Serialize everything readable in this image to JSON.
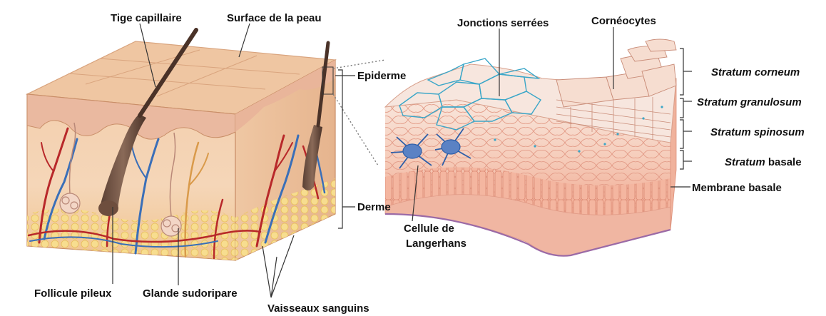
{
  "figure": {
    "left_labels": {
      "hair_shaft": "Tige capillaire",
      "skin_surface": "Surface de la peau",
      "epidermis": "Epiderme",
      "dermis": "Derme",
      "hair_follicle": "Follicule pileux",
      "sweat_gland": "Glande sudoripare",
      "blood_vessels": "Vaisseaux sanguins"
    },
    "right_labels": {
      "tight_junctions": "Jonctions serrées",
      "corneocytes": "Cornéocytes",
      "langerhans_line1": "Cellule de",
      "langerhans_line2": "Langerhans",
      "basement_membrane": "Membrane basale"
    },
    "strata": [
      {
        "italic": "Stratum corneum",
        "plain": ""
      },
      {
        "italic": "Stratum granulosum",
        "plain": ""
      },
      {
        "italic": "Stratum spinosum",
        "plain": ""
      },
      {
        "italic": "Stratum",
        "plain": " basale"
      }
    ]
  },
  "colors": {
    "skin_top": "#f0c8a4",
    "skin_mid": "#f6d8bc",
    "fat": "#f4d27a",
    "artery": "#b8282a",
    "vein": "#3a6fb8",
    "junction": "#3aa6c8",
    "cell": "#f3b9a2"
  }
}
